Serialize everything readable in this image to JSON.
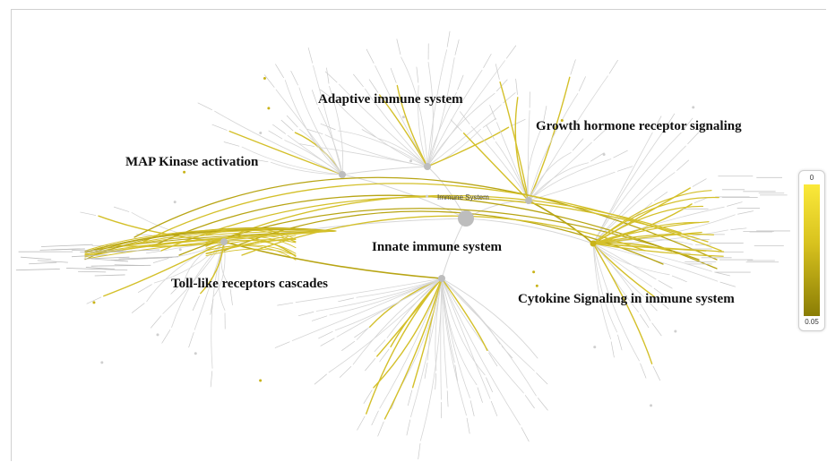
{
  "root_node": {
    "label": "Immune System"
  },
  "pathway_labels": {
    "adaptive": "Adaptive immune system",
    "growth": "Growth hormone receptor signaling",
    "map_kinase": "MAP Kinase activation",
    "innate": "Innate immune system",
    "toll": "Toll-like receptors cascades",
    "cytokine": "Cytokine Signaling in immune system"
  },
  "legend": {
    "min_label": "0",
    "max_label": "0.05"
  },
  "colors": {
    "edge_highlight": "#d4c02a",
    "edge_strong": "#b8a514",
    "edge_gray": "#d6d6d6",
    "node_gray": "#bdbdbd",
    "node_gold": "#c9b318"
  }
}
